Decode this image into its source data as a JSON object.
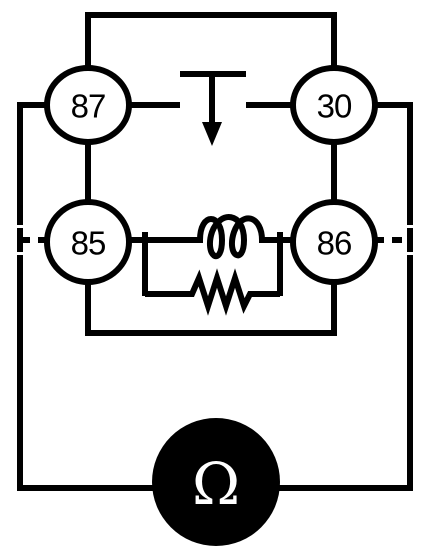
{
  "terminals": {
    "t87": "87",
    "t30": "30",
    "t85": "85",
    "t86": "86"
  },
  "meter": {
    "symbol": "Ω",
    "color": "#000000"
  },
  "colors": {
    "line": "#000000",
    "background": "#ffffff"
  }
}
